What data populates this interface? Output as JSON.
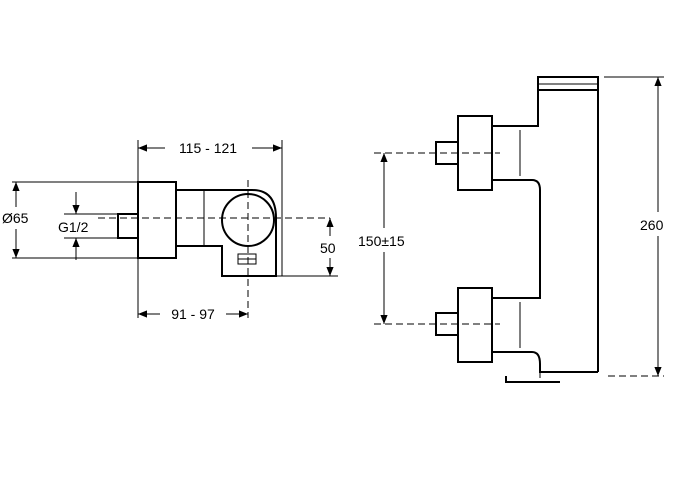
{
  "dimensions": {
    "side_body_width": "115 - 121",
    "side_projection": "91 - 97",
    "diameter": "Ø65",
    "thread": "G1/2",
    "outlet_height": "50",
    "inlet_spacing": "150±15",
    "total_height": "260"
  }
}
